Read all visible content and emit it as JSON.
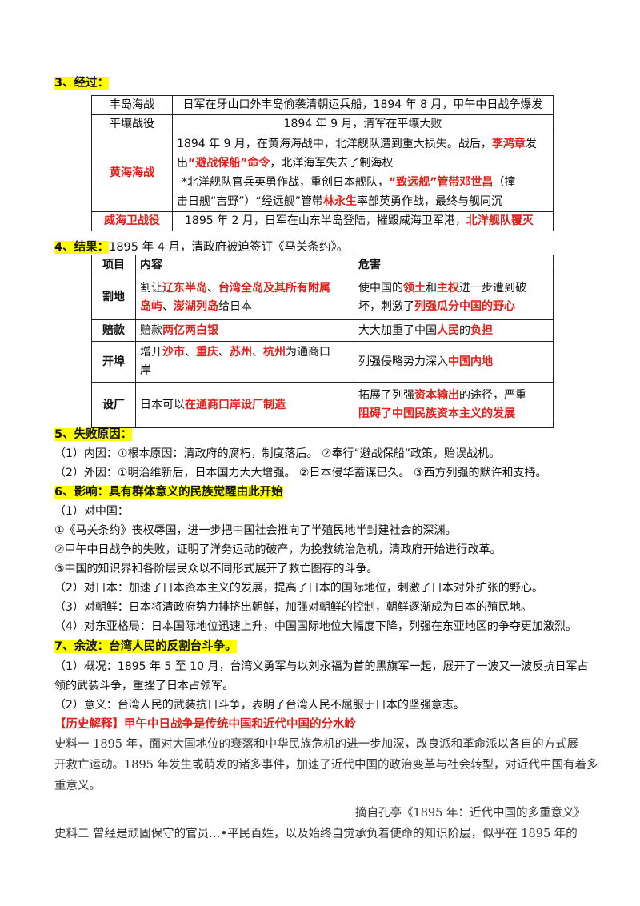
{
  "sec3": {
    "title": "3、经过："
  },
  "battles": {
    "r1": {
      "name": "丰岛海战",
      "desc": "日军在牙山口外丰岛偷袭清朝运兵船，1894 年 8 月，甲午中日战争爆发"
    },
    "r2": {
      "name": "平壤战役",
      "desc": "1894 年 9 月，清军在平壤大败"
    },
    "r3": {
      "name": "黄海海战",
      "l1a": "1894 年 9 月，在黄海海战中，北洋舰队遭到重大损失。战后，",
      "l1b": "李鸿章",
      "l1c": "发",
      "l2a": "出",
      "l2b": "“避战保船”命令",
      "l2c": "，北洋海军失去了制海权",
      "l3a": "*北洋舰队官兵英勇作战，重创日本舰队，",
      "l3b": "“致远舰”管带邓世昌",
      "l3c": "（撞",
      "l4a": "击日舰“吉野”）“经远舰”管带",
      "l4b": "林永生",
      "l4c": "率部英勇作战，最终与舰同沉"
    },
    "r4": {
      "name": "威海卫战役",
      "a": "1895 年 2 月，日军在山东半岛登陆，摧毁威海卫军港，",
      "b": "北洋舰队覆灭"
    }
  },
  "sec4": {
    "title": "4、结果：",
    "text": "1895 年 4 月，清政府被迫签订《马关条约》。"
  },
  "treaty": {
    "headers": {
      "item": "项目",
      "content": "内容",
      "harm": "危害"
    },
    "cede": {
      "item": "割地",
      "c1": "割让",
      "c2": "辽东半岛",
      "c3": "、",
      "c4": "台湾全岛及其所有附属",
      "c5": "岛屿",
      "c6": "、",
      "c7": "澎湖列岛",
      "c8": "给日本",
      "h1": "使中国的",
      "h2": "领土",
      "h3": "和",
      "h4": "主权",
      "h5": "进一步遭到破",
      "h6": "坏，刺激了",
      "h7": "列强瓜分中国的野心"
    },
    "indemnity": {
      "item": "赔款",
      "c1": "赔款",
      "c2": "两亿两白银",
      "h1": "大大加重了中国",
      "h2": "人民",
      "h3": "的",
      "h4": "负担"
    },
    "ports": {
      "item": "开埠",
      "c1": "增开",
      "c2": "沙市",
      "c3": "、",
      "c4": "重庆",
      "c5": "、",
      "c6": "苏州",
      "c7": "、",
      "c8": "杭州",
      "c9": "为通商口",
      "c10": "岸",
      "h1": "列强侵略势力深入",
      "h2": "中国内地"
    },
    "factories": {
      "item": "设厂",
      "c1": "日本可以",
      "c2": "在通商口岸设厂制造",
      "h1": "拓展了列强",
      "h2": "资本输出",
      "h3": "的途径，严重",
      "h4": "阻碍了中国民族资本主义的发展"
    }
  },
  "sec5": {
    "title": "5、失败原因：",
    "l1": "（1）内因：①根本原因：清政府的腐朽，制度落后。  ②奉行“避战保船”政策，贻误战机。",
    "l2": "（2）外因：①明治维新后，日本国力大大增强。    ②日本侵华蓄谋已久。 ③西方列强的默许和支持。"
  },
  "sec6": {
    "title": "6、影响：具有群体意义的民族觉醒由此开始",
    "l1": "（1）对中国：",
    "l2": "①《马关条约》丧权辱国，进一步把中国社会推向了半殖民地半封建社会的深渊。",
    "l3": "②甲午中日战争的失败，证明了洋务运动的破产，为挽救统治危机，清政府开始进行改革。",
    "l4": "③中国的知识界和各阶层民众以不同形式展开了救亡图存的斗争。",
    "l5": "（2）对日本：加速了日本资本主义的发展，提高了日本的国际地位，刺激了日本对外扩张的野心。",
    "l6": "（3）对朝鲜：日本将清政府势力排挤出朝鲜，加强对朝鲜的控制，朝鲜逐渐成为日本的殖民地。",
    "l7": "（4）对东亚格局：日本国际地位迅速上升，中国国际地位大幅度下降，列强在东亚地区的争夺更加激烈。"
  },
  "sec7": {
    "title": "7、余波：台湾人民的反割台斗争。",
    "l1": "（1）概况：1895 年 5 至 10 月，台湾义勇军与以刘永福为首的黑旗军一起，展开了一波又一波反抗日军占",
    "l2": "领的武装斗争，重挫了日本占领军。",
    "l3": "（2）意义：台湾人民的武装抗日斗争，表明了台湾人民不屈服于日本的坚强意志。"
  },
  "history": {
    "title": "【历史解释】甲午中日战争是传统中国和近代中国的分水岭",
    "m1l1": "史料一    1895 年，面对大国地位的衰落和中华民族危机的进一步加深，改良派和革命派以各自的方式展",
    "m1l2": "开救亡运动。1895 年发生或萌发的诸多事件，加速了近代中国的政治变革与社会转型，对近代中国有着多",
    "m1l3": "重意义。",
    "source": "摘自孔亭《1895 年：近代中国的多重意义》",
    "m2l1": "史料二    曾经是顽固保守的官员…•平民百姓，以及始终自觉承负着使命的知识阶层，似乎在 1895 年的"
  }
}
